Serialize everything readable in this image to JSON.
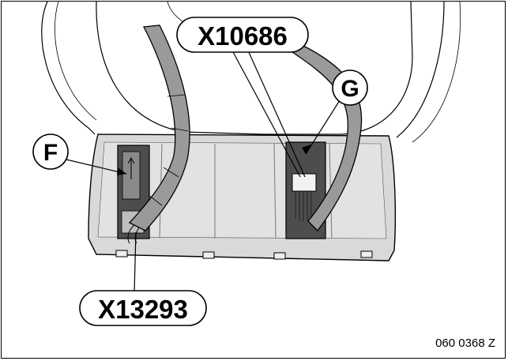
{
  "callouts": {
    "top_connector": "X10686",
    "bottom_connector": "X13293",
    "left_marker": "F",
    "right_marker": "G"
  },
  "figure_number": "060 0368 Z",
  "colors": {
    "panel_fill": "#d9d9d9",
    "panel_inner": "#e2e2e2",
    "holder_fill": "#4d4d4d",
    "harness_fill": "#9a9a9a",
    "line": "#000000",
    "background": "#ffffff"
  }
}
